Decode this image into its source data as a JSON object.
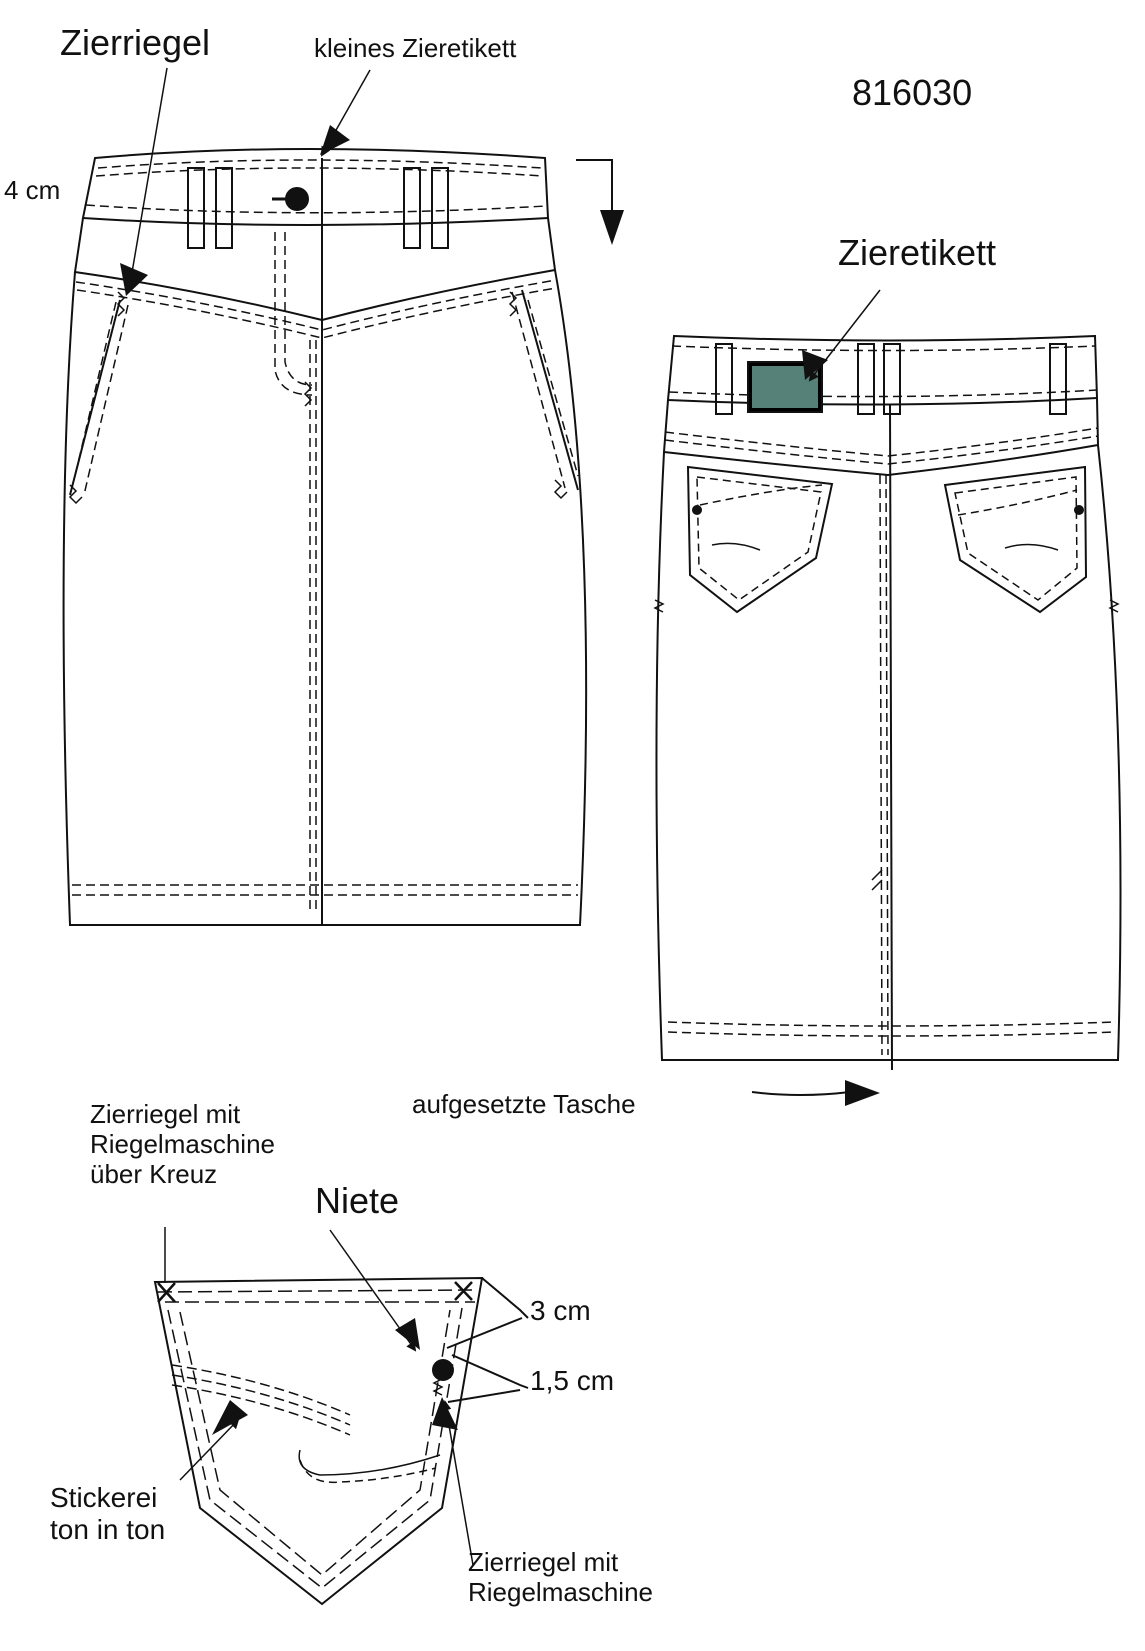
{
  "article_number": "816030",
  "labels": {
    "zierriegel": "Zierriegel",
    "kleines_zieretikett": "kleines Zieretikett",
    "waistband_height": "4 cm",
    "zieretikett": "Zieretikett",
    "aufgesetzte_tasche": "aufgesetzte Tasche",
    "zierriegel_kreuz": "Zierriegel mit\nRiegelmaschine\nüber Kreuz",
    "niete": "Niete",
    "dim_3cm": "3 cm",
    "dim_15cm": "1,5 cm",
    "stickerei": "Stickerei\nton in ton",
    "zierriegel_riegelmaschine": "Zierriegel mit\nRiegelmaschine"
  },
  "colors": {
    "line": "#111111",
    "label_patch": "#5f8f86"
  }
}
